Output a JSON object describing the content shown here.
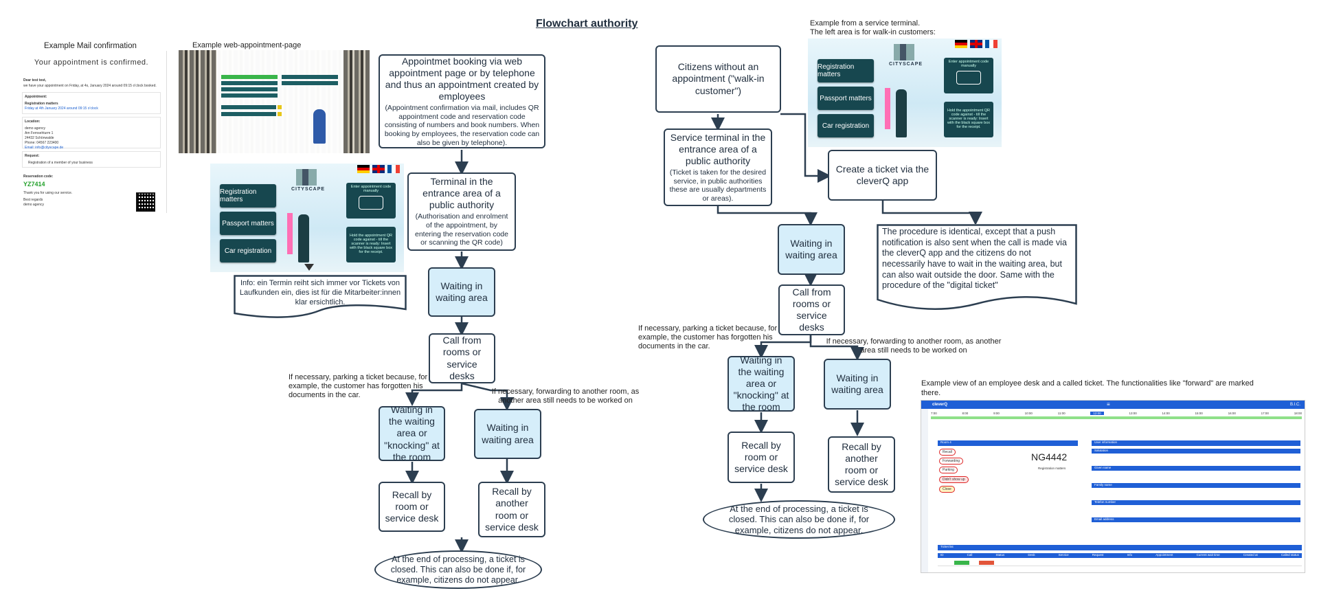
{
  "title": "Flowchart authority",
  "colors": {
    "stroke": "#2c3e50",
    "waiting_fill": "#d6eefa",
    "desk_blue": "#1f5fd6",
    "terminal_button": "#17474f"
  },
  "mail": {
    "caption": "Example Mail confirmation",
    "heading": "Your appointment is confirmed.",
    "greeting": "Dear test test,",
    "intro": "we have your appointment on Friday, at 4s, January 2024 around 09:15 o'clock booked.",
    "appointment_label": "Appointment:",
    "appointment_value": "Registration matters",
    "appointment_time": "Friday at 4th January 2024 around 09:15 o'clock",
    "location_label": "Location:",
    "location_lines": [
      "demo agency",
      "Am Fernsehturm 1",
      "24432 Schönwalde",
      "Phone: 04567 223400",
      "Email: info@cityscape.de"
    ],
    "request_label": "Request:",
    "request_value": "Registration of a member of your business",
    "code_label": "Reservation code:",
    "code_value": "YZ7414",
    "thanks": "Thank you for using our service.",
    "regards": "Best regards",
    "sender": "demo agency"
  },
  "web": {
    "caption": "Example web-appointment-page"
  },
  "terminal": {
    "logo": "CITYSCAPE",
    "buttons": [
      "Registration matters",
      "Passport matters",
      "Car registration"
    ],
    "side_top": "Enter appointment code manually",
    "side_bottom": "Hold the appointment QR code against - till the scanner is ready: Insert with the black square box for the receipt.",
    "flags": [
      "de",
      "uk",
      "fr"
    ]
  },
  "terminal_right": {
    "caption_line1": "Example from a service terminal.",
    "caption_line2": "The left area is for walk-in customers:"
  },
  "left_flow": {
    "booking_title": "Appointmet booking via web appointment page or by telephone and thus an appointment created by employees",
    "booking_detail": "(Appointment confirmation via mail, includes QR appointment code and reservation code consisting of numbers and book numbers. When booking by employees, the reservation code can also be given by telephone).",
    "terminal_title": "Terminal in the entrance area of a public authority",
    "terminal_detail": "(Authorisation and enrolment of the appointment, by entering the reservation code or scanning the QR code)",
    "info_note": "Info: ein Termin reiht sich immer vor Tickets von Laufkunden ein, dies ist für die Mitarbeiter:innen klar ersichtlich.",
    "waiting": "Waiting in waiting area",
    "call": "Call from rooms or service desks",
    "parking_note": "If necessary, parking a ticket because, for example, the customer has forgotten his documents in the car.",
    "forward_note": "If necessary, forwarding to another room, as another area still needs to be worked on",
    "knocking": "Waiting in the waiting area or \"knocking\" at the room",
    "waiting2": "Waiting in waiting area",
    "recall_room": "Recall by room or service desk",
    "recall_other": "Recall by another room or service desk",
    "end": "At the end of processing, a ticket is closed. This can also be done if, for example, citizens do not appear."
  },
  "right_flow": {
    "citizens": "Citizens without an appointment (\"walk-in customer\")",
    "service_title": "Service terminal in the entrance area of a public authority",
    "service_detail": "(Ticket is taken for the desired service, in public authorities these are usually departments or areas).",
    "cleverq": "Create a ticket via the cleverQ app",
    "procedure_note": "The procedure is identical, except that a push notification is also sent when the call is made via the cleverQ app and the citizens do not necessarily have to wait in the waiting area, but can also wait outside the door. Same with the procedure of the \"digital ticket\"",
    "waiting": "Waiting in waiting area",
    "call": "Call from rooms or service desks",
    "parking_note": "If necessary, parking a ticket because, for example, the customer has forgotten his documents in the car.",
    "forward_note": "If necessary, forwarding to another room, as another area still needs to be worked on",
    "knocking": "Waiting in the waiting area or \"knocking\" at the room",
    "waiting2": "Waiting in waiting area",
    "recall_room": "Recall by room or service desk",
    "recall_other": "Recall by another room or service desk",
    "end": "At the end of processing, a ticket is closed. This can also be done if, for example, citizens do not appear."
  },
  "desk": {
    "caption": "Example view of an employee desk and a called ticket. The functionalities like \"forward\" are marked there.",
    "app_name": "cleverQ",
    "ticket_number": "NG4442",
    "service": "Registration matters",
    "room": "Room 4",
    "actions": [
      "Recall",
      "Forwarding",
      "Parking",
      "Didn't show up",
      "Close"
    ],
    "times": [
      "7:00",
      "8:00",
      "9:00",
      "10:00",
      "11:00",
      "12:00",
      "13:00",
      "14:00",
      "15:00",
      "16:00",
      "17:00",
      "18:00"
    ],
    "user_info_title": "User information",
    "fields": [
      "Salutation",
      "Given name",
      "Family name",
      "Telefon number",
      "Email address"
    ],
    "ticket_list": "Ticket list",
    "columns": [
      "ID",
      "Call",
      "Status",
      "Desk",
      "Service",
      "Request",
      "Info",
      "Appointment",
      "Current wait time",
      "Created at",
      "Called status"
    ],
    "brand": "B.I.C."
  }
}
